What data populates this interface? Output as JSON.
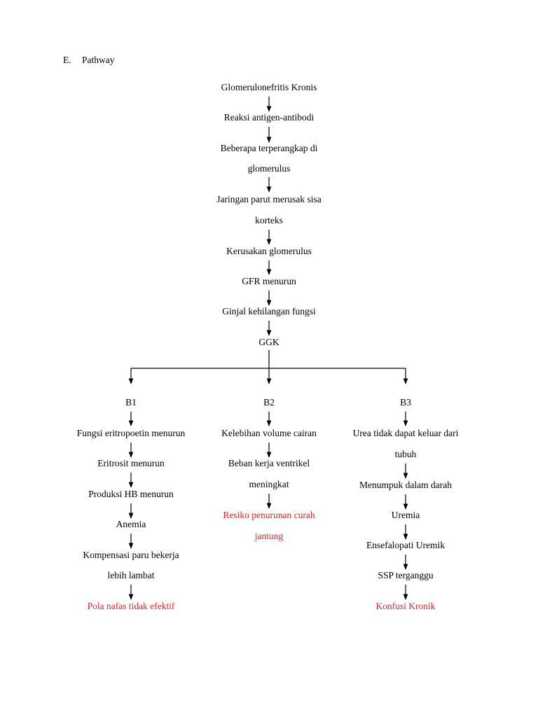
{
  "section": {
    "letter": "E.",
    "title": "Pathway"
  },
  "colors": {
    "text": "#000000",
    "highlight": "#e8232a"
  },
  "center": [
    "Glomerulonefritis Kronis",
    "Reaksi antigen-antibodi",
    "Beberapa terperangkap di",
    "glomerulus",
    "Jaringan parut merusak sisa",
    "korteks",
    "Kerusakan glomerulus",
    "GFR menurun",
    "Ginjal kehilangan fungsi",
    "GGK"
  ],
  "branches": [
    {
      "label": "B1",
      "steps": [
        "Fungsi eritropoetin menurun",
        "Eritrosit menurun",
        "Produksi HB menurun",
        "Anemia",
        "Kompensasi paru bekerja",
        "lebih lambat",
        "Pola nafas tidak efektif"
      ]
    },
    {
      "label": "B2",
      "steps": [
        "Kelebihan volume cairan",
        "Beban kerja ventrikel",
        "meningkat",
        "Resiko penurunan curah",
        "jantung"
      ]
    },
    {
      "label": "B3",
      "steps": [
        "Urea tidak dapat keluar dari",
        "tubuh",
        "Menumpuk dalam darah",
        "Uremia",
        "Ensefalopati Uremik",
        "SSP terganggu",
        "Konfusi Kronik"
      ]
    }
  ]
}
